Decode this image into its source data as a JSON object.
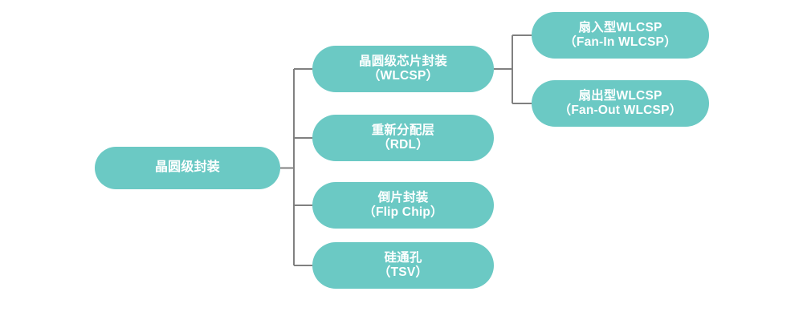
{
  "diagram": {
    "type": "tree",
    "orientation": "left-to-right",
    "colors": {
      "node_fill": "#6BC9C4",
      "node_text": "#FFFFFF",
      "connector": "#808080",
      "background": "#FFFFFF"
    },
    "root": {
      "id": "wafer-level-packaging",
      "line1": "晶圆级封装",
      "line2": ""
    },
    "level2": [
      {
        "id": "wlcsp",
        "line1": "晶圆级芯片封装",
        "line2": "（WLCSP）"
      },
      {
        "id": "rdl",
        "line1": "重新分配层",
        "line2": "（RDL）"
      },
      {
        "id": "flip-chip",
        "line1": "倒片封装",
        "line2": "（Flip Chip）"
      },
      {
        "id": "tsv",
        "line1": "硅通孔",
        "line2": "（TSV）"
      }
    ],
    "level3": [
      {
        "id": "fan-in-wlcsp",
        "line1": "扇入型WLCSP",
        "line2": "（Fan-In WLCSP）"
      },
      {
        "id": "fan-out-wlcsp",
        "line1": "扇出型WLCSP",
        "line2": "（Fan-Out WLCSP）"
      }
    ]
  }
}
